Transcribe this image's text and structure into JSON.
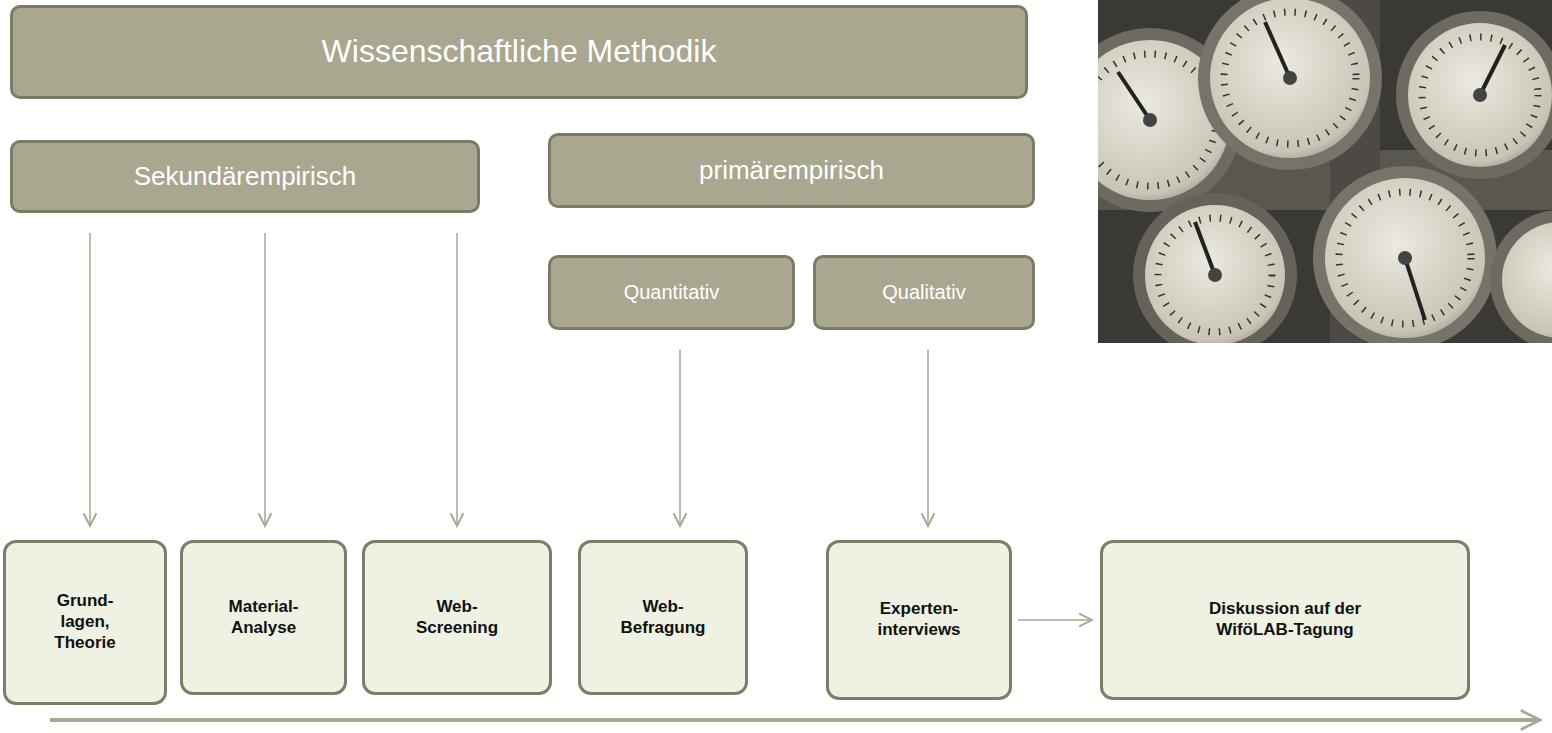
{
  "diagram": {
    "nodes": [
      {
        "text": [
          "Wissenschaftliche Methodik"
        ]
      },
      {
        "text": [
          "Sekundärempirisch"
        ]
      },
      {
        "text": [
          "primärempirisch"
        ]
      },
      {
        "text": [
          "Quantitativ"
        ]
      },
      {
        "text": [
          "Qualitativ"
        ]
      },
      {
        "text": [
          "Grund- lagen, Theorie"
        ]
      },
      {
        "text": [
          "Material- Analyse"
        ]
      },
      {
        "text": [
          "Web- Screening"
        ]
      },
      {
        "text": [
          "Web- Befragung"
        ]
      },
      {
        "text": [
          "Experten- interviews"
        ]
      },
      {
        "text": [
          "Diskussion auf der WiföLAB-Tagung"
        ]
      }
    ],
    "edges": [
      {
        "from": 1,
        "to": 5,
        "arrow": "to"
      },
      {
        "from": 1,
        "to": 6,
        "arrow": "to"
      },
      {
        "from": 1,
        "to": 7,
        "arrow": "to"
      },
      {
        "from": 3,
        "to": 8,
        "arrow": "to"
      },
      {
        "from": 4,
        "to": 9,
        "arrow": "to"
      },
      {
        "from": 9,
        "to": 10,
        "arrow": "to"
      }
    ]
  }
}
